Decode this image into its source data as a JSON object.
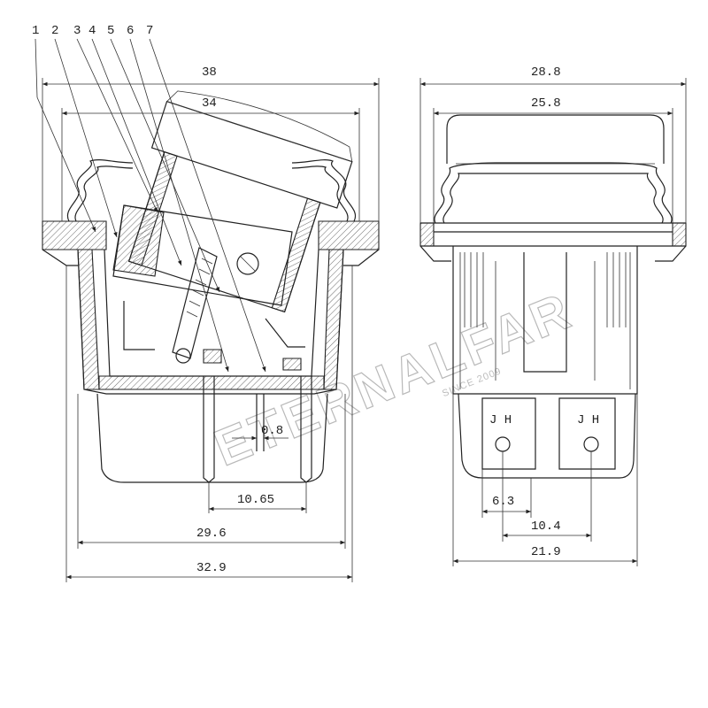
{
  "callouts": [
    "1",
    "2",
    "3",
    "4",
    "5",
    "6",
    "7"
  ],
  "left_view": {
    "dim_overall_width": "38",
    "dim_inner_width": "34",
    "dim_pin_thickness": "0.8",
    "dim_pin_spacing": "10.65",
    "dim_body_width": "29.6",
    "dim_base_width": "32.9"
  },
  "right_view": {
    "dim_overall_width": "28.8",
    "dim_inner_width": "25.8",
    "terminal_mark_left": "J H",
    "terminal_mark_right": "J H",
    "dim_terminal_width": "6.3",
    "dim_terminal_pitch": "10.4",
    "dim_body_width": "21.9"
  },
  "watermark": {
    "brand": "ETERNALFAR",
    "tagline": "SINCE 2009"
  }
}
